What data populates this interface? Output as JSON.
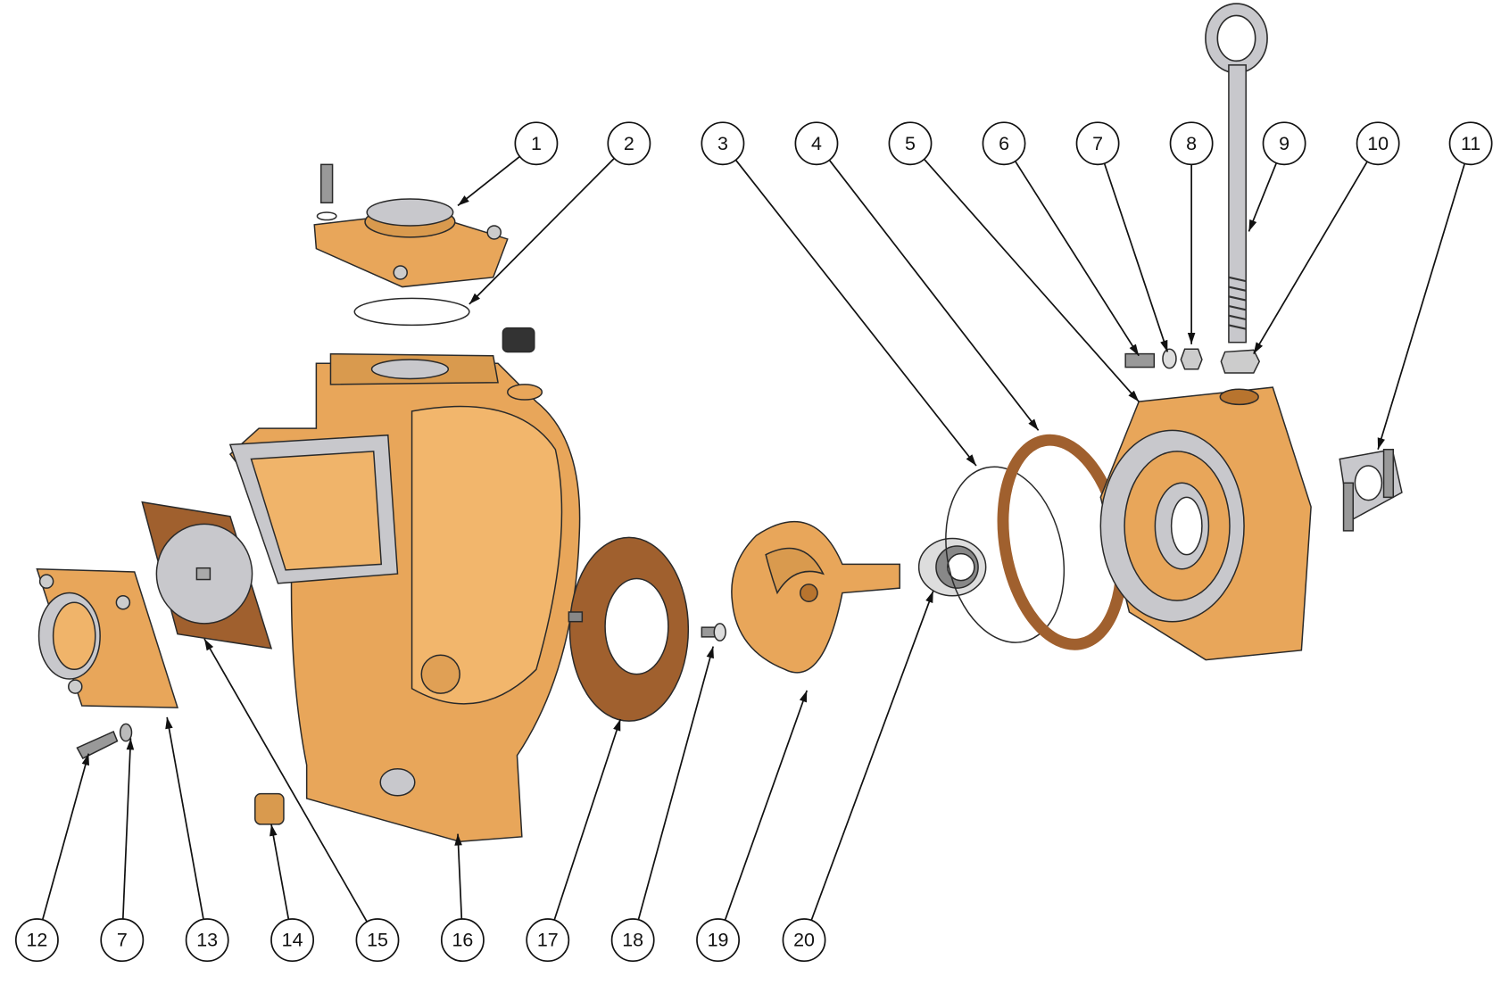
{
  "diagram": {
    "type": "exploded-assembly",
    "colors": {
      "bronze": "#E8A65A",
      "bronze_dark": "#B8742E",
      "gasket": "#A0602E",
      "steel": "#C8C8CC",
      "line": "#111111"
    },
    "balloons_top": [
      "1",
      "2",
      "3",
      "4",
      "5",
      "6",
      "7",
      "8",
      "9",
      "10",
      "11"
    ],
    "balloons_bottom": [
      "12",
      "7",
      "13",
      "14",
      "15",
      "16",
      "17",
      "18",
      "19",
      "20"
    ]
  }
}
